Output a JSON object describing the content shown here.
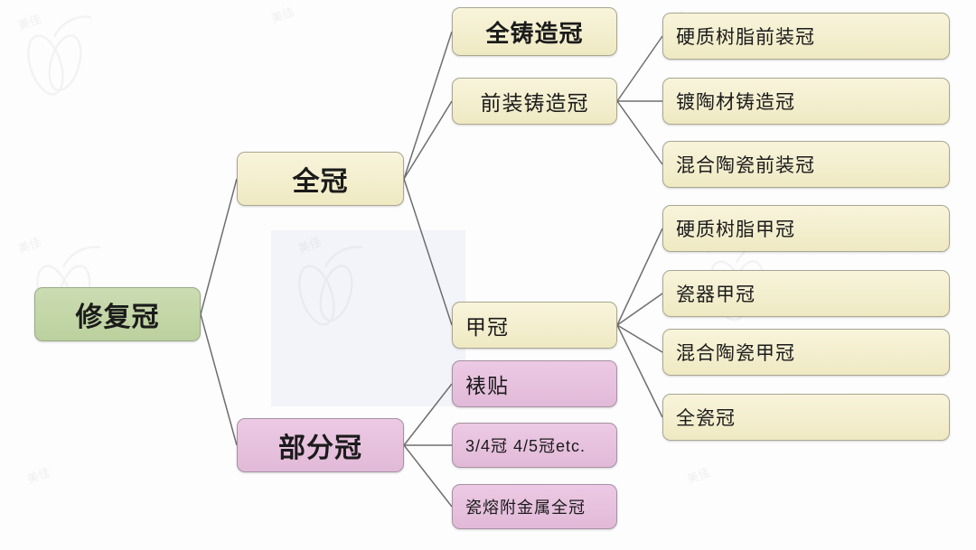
{
  "diagram": {
    "title": "修复冠分类图",
    "colors": {
      "green": "#c6d8ac",
      "cream": "#f3eece",
      "pink": "#e6c1dd",
      "edge": "#6e6e6e",
      "border": "#9a9a8e"
    },
    "watermark_text": "美佳"
  },
  "nodes": {
    "root": {
      "label": "修复冠"
    },
    "level2": [
      {
        "label": "全冠"
      },
      {
        "label": "部分冠"
      }
    ],
    "level3": [
      {
        "label": "全铸造冠"
      },
      {
        "label": "前装铸造冠"
      },
      {
        "label": "甲冠"
      },
      {
        "label": "裱贴"
      },
      {
        "label": "3/4冠  4/5冠etc."
      },
      {
        "label": "瓷熔附金属全冠"
      }
    ],
    "level4": [
      {
        "label": "硬质树脂前装冠"
      },
      {
        "label": "镀陶材铸造冠"
      },
      {
        "label": "混合陶瓷前装冠"
      },
      {
        "label": "硬质树脂甲冠"
      },
      {
        "label": "瓷器甲冠"
      },
      {
        "label": "混合陶瓷甲冠"
      },
      {
        "label": "全瓷冠"
      }
    ]
  }
}
